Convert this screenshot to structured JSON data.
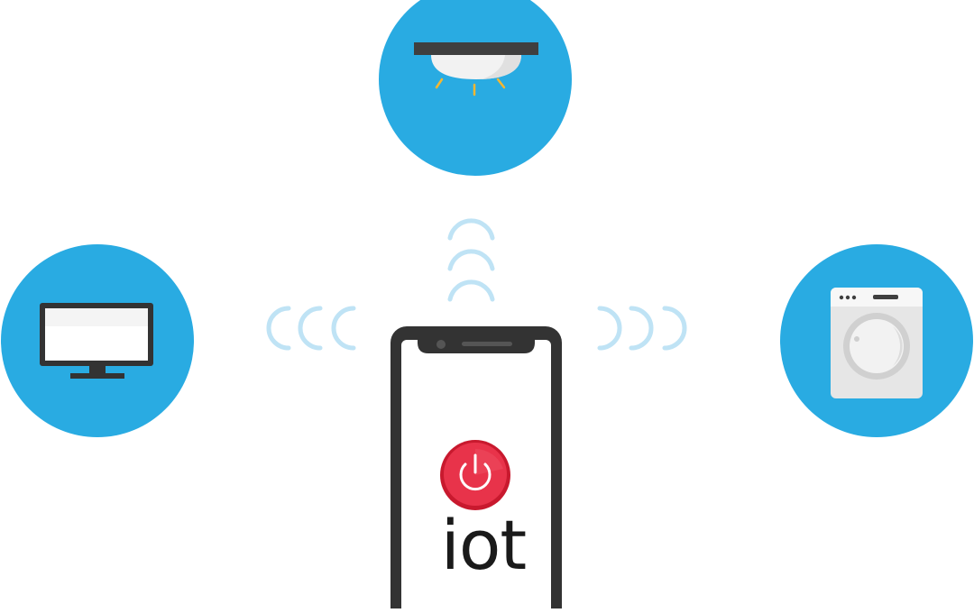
{
  "label": "iot",
  "devices": [
    {
      "name": "ceiling-light",
      "icon": "ceiling-light-icon"
    },
    {
      "name": "monitor",
      "icon": "monitor-icon"
    },
    {
      "name": "washing-machine",
      "icon": "washing-machine-icon"
    }
  ],
  "phone": {
    "icon": "smartphone-icon",
    "button_icon": "power-icon"
  },
  "signals": [
    "wifi-signal-icon"
  ],
  "colors": {
    "circle": "#29abe2",
    "phone_frame": "#333333",
    "power_red": "#e8334a",
    "wave": "#bfe3f5",
    "light_rays": "#f5b731"
  }
}
